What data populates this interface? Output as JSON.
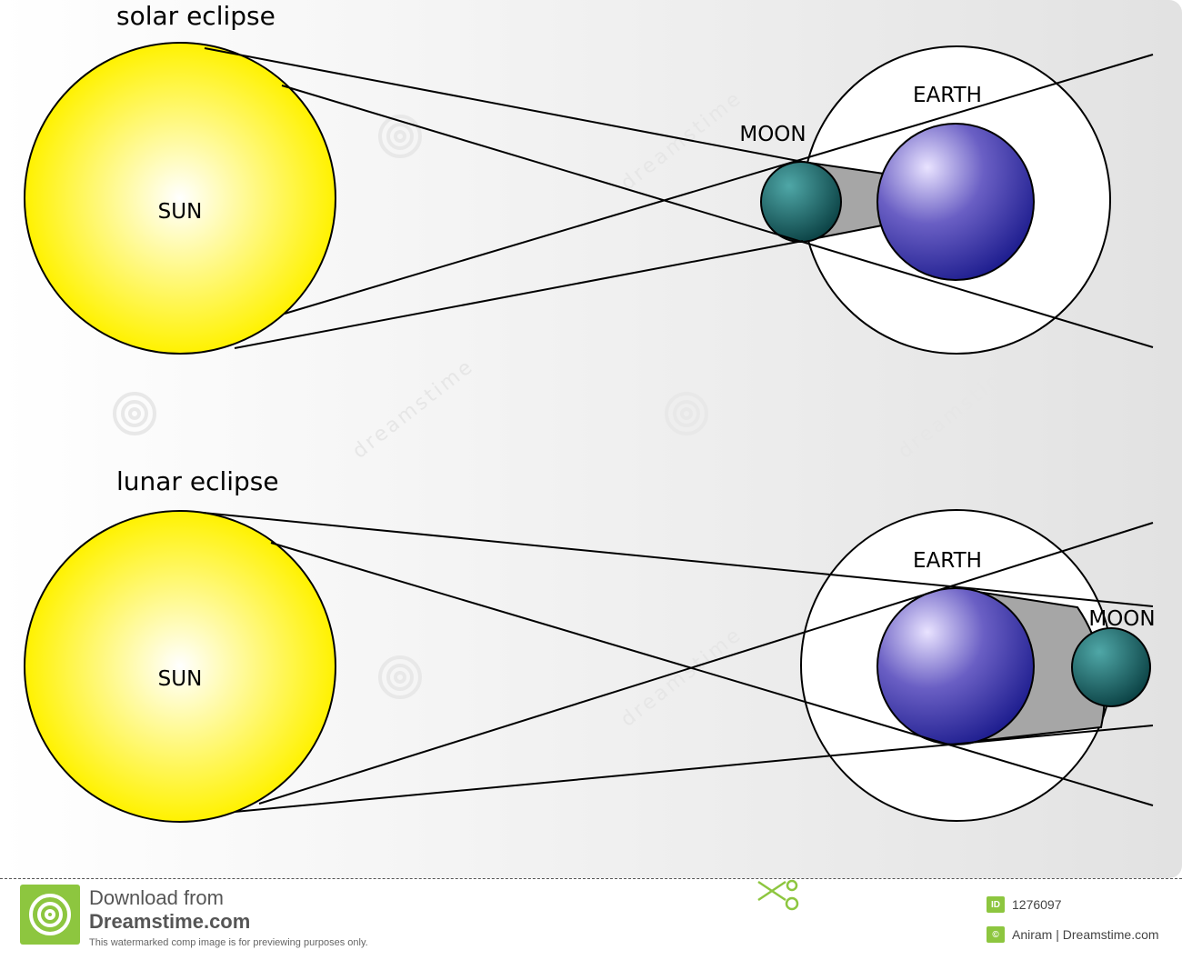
{
  "diagrams": {
    "solar": {
      "title": "solar eclipse",
      "sun_label": "SUN",
      "earth_label": "EARTH",
      "moon_label": "MOON"
    },
    "lunar": {
      "title": "lunar eclipse",
      "sun_label": "SUN",
      "earth_label": "EARTH",
      "moon_label": "MOON"
    }
  },
  "colors": {
    "sun_center": "#ffffff",
    "sun_edge": "#fff200",
    "earth_highlight": "#e9e3ff",
    "earth_edge": "#1a1a8c",
    "moon_highlight": "#4fa7a7",
    "moon_edge": "#063a3d",
    "shadow": "#a6a6a6",
    "brand_green": "#8dc63f"
  },
  "watermark": {
    "text": "dreamstime"
  },
  "footer": {
    "line1": "Download from",
    "line2": "Dreamstime.com",
    "line3": "This watermarked comp image is for previewing purposes only.",
    "id_badge": "ID",
    "id_value": "1276097",
    "credit": "Aniram | Dreamstime.com"
  }
}
